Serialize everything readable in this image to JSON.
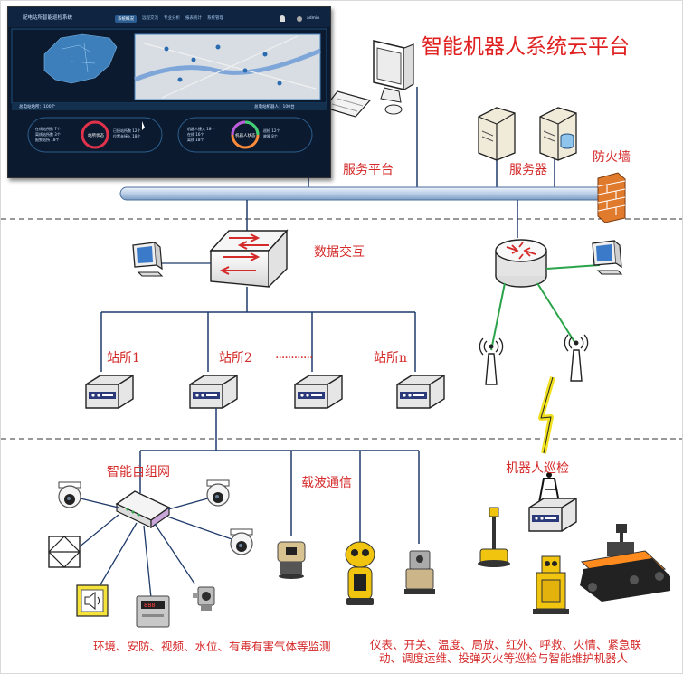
{
  "title": "智能机器人系统云平台",
  "labels": {
    "service_platform": "服务平台",
    "server": "服务器",
    "firewall": "防火墙",
    "data_exchange": "数据交互",
    "station1": "站所1",
    "station2": "站所2",
    "station_dots": "············",
    "stationn": "站所n",
    "ad_hoc_network": "智能自组网",
    "carrier_comm": "载波通信",
    "robot_inspection": "机器人巡检"
  },
  "footnotes": {
    "left": "环境、安防、视频、水位、有毒有害气体等监测",
    "right_line1": "仪表、开关、温度、局放、红外、呼救、火情、紧急联",
    "right_line2": "动、调度运维、投弹灭火等巡检与智能维护机器人"
  },
  "dashboard": {
    "app_title": "配电站所智能巡检系统",
    "tabs": [
      "系统概况",
      "远程交流",
      "专业分析",
      "报表统计",
      "系统管理"
    ],
    "active_tab": 0,
    "user": "admin",
    "station_total": "总电站站所：100个",
    "robot_total": "总电站机器人：100台",
    "station_status_label": "站所状态",
    "robot_status_label": "机器人状态",
    "station_stats": [
      "在线站所数 7个",
      "离线站所数 3个",
      "报警站所 18个"
    ],
    "station_stats_right": [
      "已接站所数 12个",
      "位置未接入 18个"
    ],
    "robot_stats": [
      "机器人接入 18个",
      "在线 16个",
      "离线 18个"
    ],
    "robot_stats_right": [
      "巡检 12个",
      "故障 8个"
    ]
  },
  "colors": {
    "label_red": "#d42a2a",
    "bus_blue": "#b8cde6",
    "line_navy": "#1f3a6b",
    "wireless_green": "#2aa34a",
    "dashboard_bg": "#0b1a2e",
    "ring_red": "#e0324a",
    "firewall_orange": "#e07a2c"
  }
}
